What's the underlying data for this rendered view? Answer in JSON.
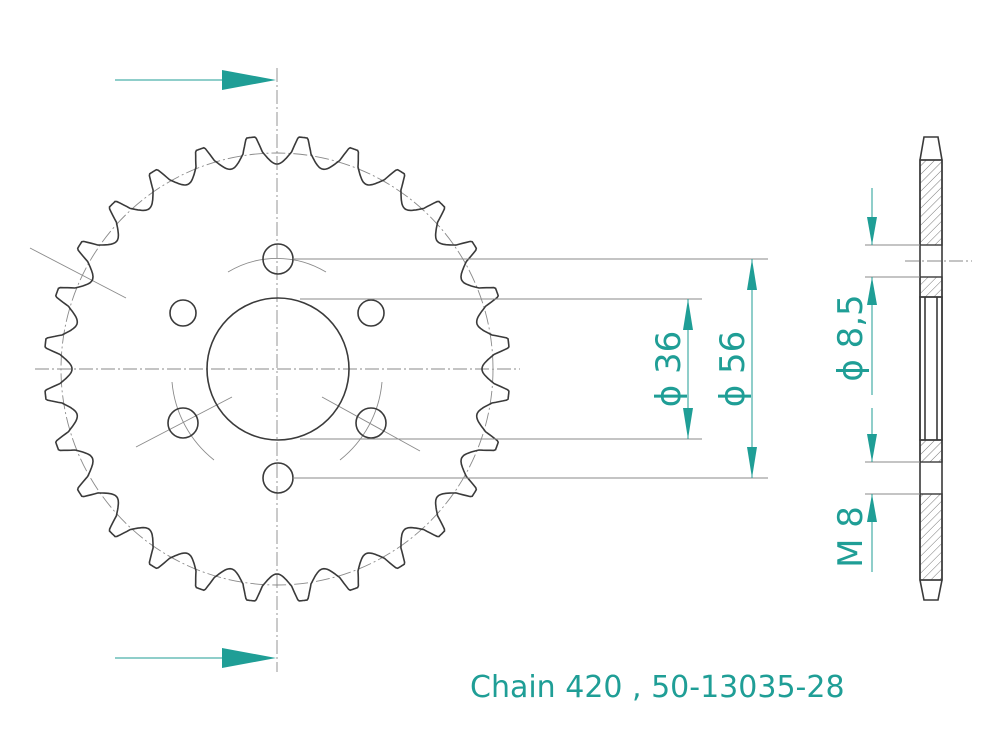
{
  "drawing": {
    "pcd_dimension": "ϕ 36",
    "outer_dimension": "ϕ 56",
    "hole_dimension": "ϕ 8,5",
    "thread_dimension": "M 8",
    "caption": "Chain 420 , 50-13035-28"
  },
  "part": {
    "teeth": 28
  },
  "colors": {
    "dimension": "#1f9e96",
    "outline": "#3a3a3a",
    "construction": "#8a8a8a"
  }
}
